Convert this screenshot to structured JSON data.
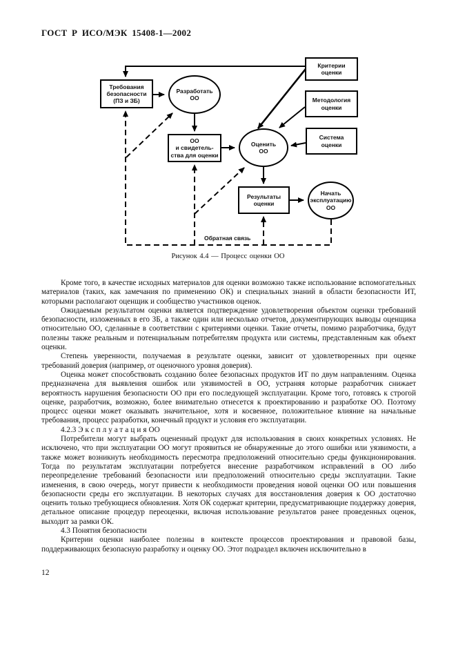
{
  "page": {
    "header_title": "ГОСТ Р ИСО/МЭК 15408-1—2002",
    "page_number": "12"
  },
  "diagram": {
    "caption": "Рисунок 4.4 — Процесс оценки ОО",
    "feedback_label": "Обратная связь",
    "nodes": {
      "requirements": "Требования\nбезопасности\n(ПЗ и ЗБ)",
      "develop": "Разработать\nОО",
      "criteria": "Критерии\nоценки",
      "methodology": "Методология\nоценки",
      "system": "Система\nоценки",
      "evidence": "ОО\nи свидетель-\nства для оценки",
      "evaluate": "Оценить\nОО",
      "results": "Результаты\nоценки",
      "operate": "Начать\nэксплуатацию\nОО"
    }
  },
  "body": {
    "p1": "Кроме того, в качестве исходных материалов для оценки возможно также использование вспомогательных материалов (таких, как замечания по применению ОК) и специальных знаний в области безопасности ИТ, которыми располагают оценщик и сообщество участников оценок.",
    "p2": "Ожидаемым результатом оценки является подтверждение удовлетворения объектом оценки требований безопасности, изложенных в его ЗБ, а также один или несколько отчетов, документирующих выводы оценщика относительно ОО, сделанные в соответствии с критериями оценки. Такие отчеты, помимо разработчика, будут полезны также реальным и потенциальным потребителям продукта или системы, представленным как объект оценки.",
    "p3": "Степень уверенности, получаемая в результате оценки, зависит от удовлетворенных при оценке требований доверия (например, от оценочного уровня доверия).",
    "p4": "Оценка может способствовать созданию более безопасных продуктов ИТ по двум направлениям. Оценка предназначена для выявления ошибок или уязвимостей в ОО, устраняя которые разработчик снижает вероятность нарушения безопасности ОО при его последующей эксплуатации. Кроме того, готовясь к строгой оценке, разработчик, возможно, более внимательно отнесется к проектированию и разработке ОО. Поэтому процесс оценки может оказывать значительное, хотя и косвенное, положительное влияние на начальные требования, процесс разработки, конечный продукт и условия его эксплуатации.",
    "h423": {
      "number": "4.2.3",
      "spaced_word": "Эксплуатация",
      "suffix": "ОО"
    },
    "p5": "Потребители могут выбрать оцененный продукт для использования в своих конкретных условиях. Не исключено, что при эксплуатации ОО могут проявиться не обнаруженные до этого ошибки или уязвимости, а также может возникнуть необходимость пересмотра предположений относительно среды функционирования. Тогда по результатам эксплуатации потребуется внесение разработчиком исправлений в ОО либо переопределение требований безопасности или предположений относительно среды эксплуатации. Такие изменения, в свою очередь, могут привести к необходимости проведения новой оценки ОО или повышения безопасности среды его эксплуатации. В некоторых случаях для восстановления доверия к ОО достаточно оценить только требующиеся обновления. Хотя ОК содержат критерии, предусматривающие поддержку доверия, детальное описание процедур переоценки, включая использование результатов ранее проведенных оценок, выходит за рамки ОК.",
    "h43": "4.3 Понятия безопасности",
    "p6": "Критерии оценки наиболее полезны в контексте процессов проектирования и правовой базы, поддерживающих безопасную разработку и оценку ОО. Этот подраздел включен исключительно в"
  }
}
